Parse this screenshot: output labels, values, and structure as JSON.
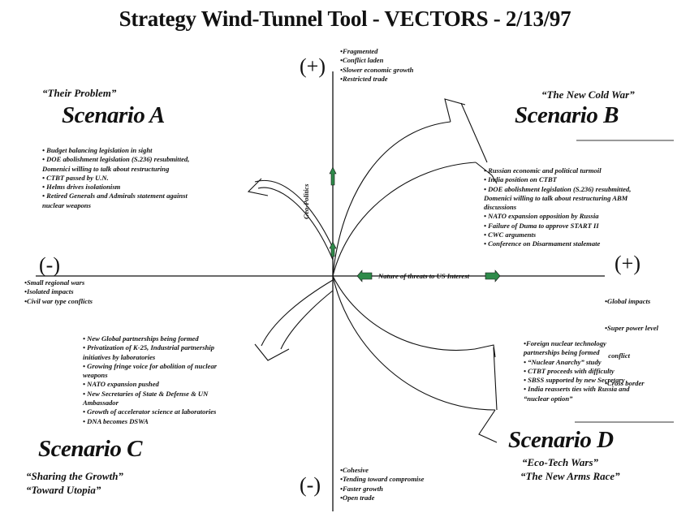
{
  "title": "Strategy Wind-Tunnel Tool -  VECTORS - 2/13/97",
  "axes": {
    "top_sign": "(+)",
    "bottom_sign": "(-)",
    "left_sign": "(-)",
    "right_sign": "(+)",
    "vertical_label": "Geo-Politics",
    "horizontal_label": "Nature of threats to US Interest"
  },
  "top_items": [
    "•Fragmented",
    "•Conflict laden",
    "•Slower economic growth",
    "•Restricted  trade"
  ],
  "bottom_items": [
    "•Cohesive",
    "•Tending toward compromise",
    "•Faster growth",
    "•Open trade"
  ],
  "left_items": [
    "•Small regional wars",
    "•Isolated impacts",
    "•Civil war type conflicts"
  ],
  "right_items": [
    "•Global impacts",
    "•Super power level",
    "  conflict",
    "•Cross border"
  ],
  "scenario_a": {
    "name": "Scenario A",
    "quotes": [
      "“Their Problem”"
    ],
    "items": [
      "•  Budget balancing legislation in sight",
      "• DOE abolishment legislation (S.236) resubmitted,",
      "Domenici willing to talk about restructuring",
      "• CTBT passed by U.N.",
      "• Helms drives isolationism",
      "• Retired Generals and Admirals statement against",
      "nuclear weapons"
    ]
  },
  "scenario_b": {
    "name": "Scenario B",
    "quotes": [
      "“The New Cold War”"
    ],
    "items": [
      "• Russian economic and political turmoil",
      "• India position on CTBT",
      "• DOE abolishment legislation (S.236) resubmitted,",
      "Domenici willing to talk about restructuring ABM",
      "discussions",
      "• NATO expansion opposition by Russia",
      "• Failure of Duma to approve START II",
      "• CWC arguments",
      "• Conference on Disarmament stalemate"
    ]
  },
  "scenario_c": {
    "name": "Scenario C",
    "quotes": [
      "“Sharing the Growth”",
      "“Toward Utopia”"
    ],
    "items": [
      "• New Global partnerships being formed",
      "• Privatization of K-25, Industrial partnership",
      "initiatives by laboratories",
      "• Growing fringe voice for abolition of nuclear",
      "weapons",
      "• NATO expansion pushed",
      "• New Secretaries of State & Defense & UN",
      "Ambassador",
      "• Growth of accelerator science at laboratories",
      "• DNA becomes DSWA"
    ]
  },
  "scenario_d": {
    "name": "Scenario D",
    "quotes": [
      "“Eco-Tech Wars”",
      "“The New Arms Race”"
    ],
    "items": [
      "•Foreign nuclear technology",
      "partnerships being formed",
      "• “Nuclear Anarchy” study",
      "• CTBT proceeds with difficulty",
      "• SBSS supported by new Secretary",
      "• India reasserts ties with Russia and",
      "“nuclear option”"
    ]
  },
  "colors": {
    "ink": "#111111",
    "arrow_marker": "#2f8a4a",
    "background": "#ffffff"
  }
}
